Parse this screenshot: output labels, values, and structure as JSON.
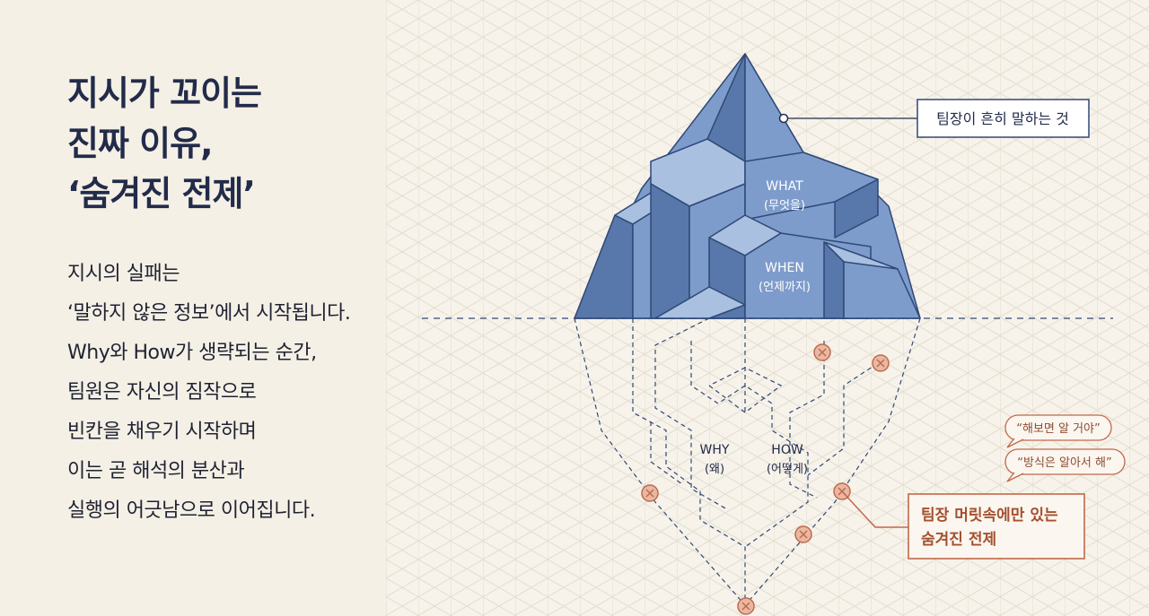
{
  "title": {
    "line1": "지시가 꼬이는",
    "line2": "진짜 이유,",
    "line3": "‘숨겨진 전제’"
  },
  "body": {
    "lines": [
      "지시의 실패는",
      "‘말하지 않은 정보’에서 시작됩니다.",
      "Why와 How가 생략되는 순간,",
      "팀원은 자신의 짐작으로",
      "빈칸을 채우기 시작하며",
      "이는 곧 해석의 분산과",
      "실행의 어긋남으로 이어집니다."
    ]
  },
  "diagram": {
    "above_callout": "팀장이 흔히 말하는 것",
    "what": {
      "label": "WHAT",
      "sub": "(무엇을)"
    },
    "when": {
      "label": "WHEN",
      "sub": "(언제까지)"
    },
    "why": {
      "label": "WHY",
      "sub": "(왜)"
    },
    "how": {
      "label": "HOW",
      "sub": "(어떻게)"
    },
    "quote1": "“해보면 알 거야”",
    "quote2": "“방식은 알아서 해”",
    "hidden_callout": {
      "line1": "팀장 머릿속에만 있는",
      "line2": "숨겨진 전제"
    },
    "colors": {
      "navy": "#2f4877",
      "ice_front": "#7e9ccb",
      "ice_side": "#5877aa",
      "ice_top": "#a9c0e0",
      "accent": "#c0694a",
      "grid": "#e3ddd0"
    }
  }
}
